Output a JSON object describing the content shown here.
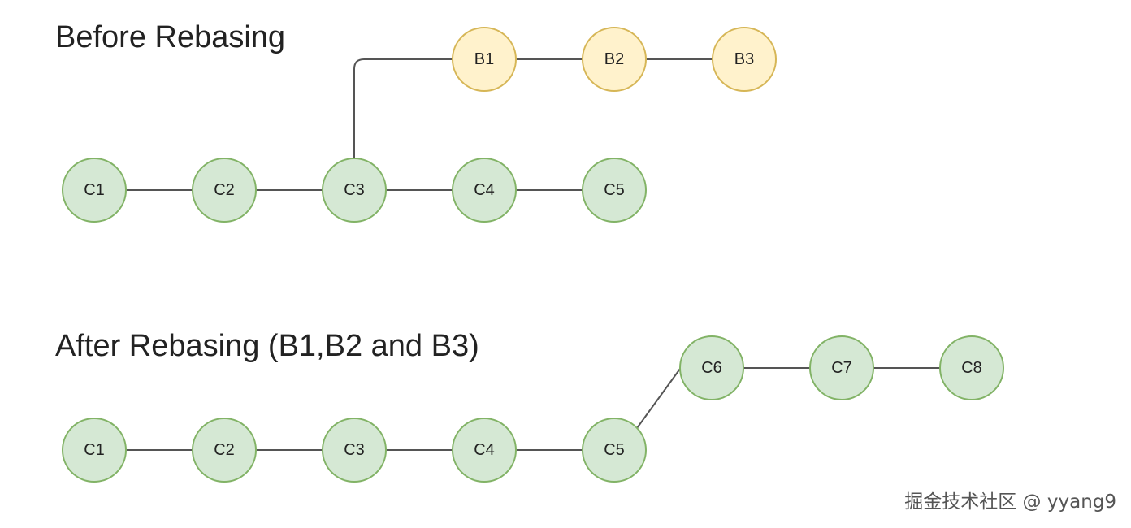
{
  "before": {
    "title": "Before Rebasing",
    "main_commits": [
      "C1",
      "C2",
      "C3",
      "C4",
      "C5"
    ],
    "branch_commits": [
      "B1",
      "B2",
      "B3"
    ]
  },
  "after": {
    "title": "After Rebasing (B1,B2 and B3)",
    "main_commits": [
      "C1",
      "C2",
      "C3",
      "C4",
      "C5"
    ],
    "rebased_commits": [
      "C6",
      "C7",
      "C8"
    ]
  },
  "watermark": "掘金技术社区 @ yyang9",
  "colors": {
    "main_fill": "#d5e8d4",
    "main_stroke": "#82b366",
    "branch_fill": "#fff2cc",
    "branch_stroke": "#d6b656",
    "edge": "#555555"
  }
}
